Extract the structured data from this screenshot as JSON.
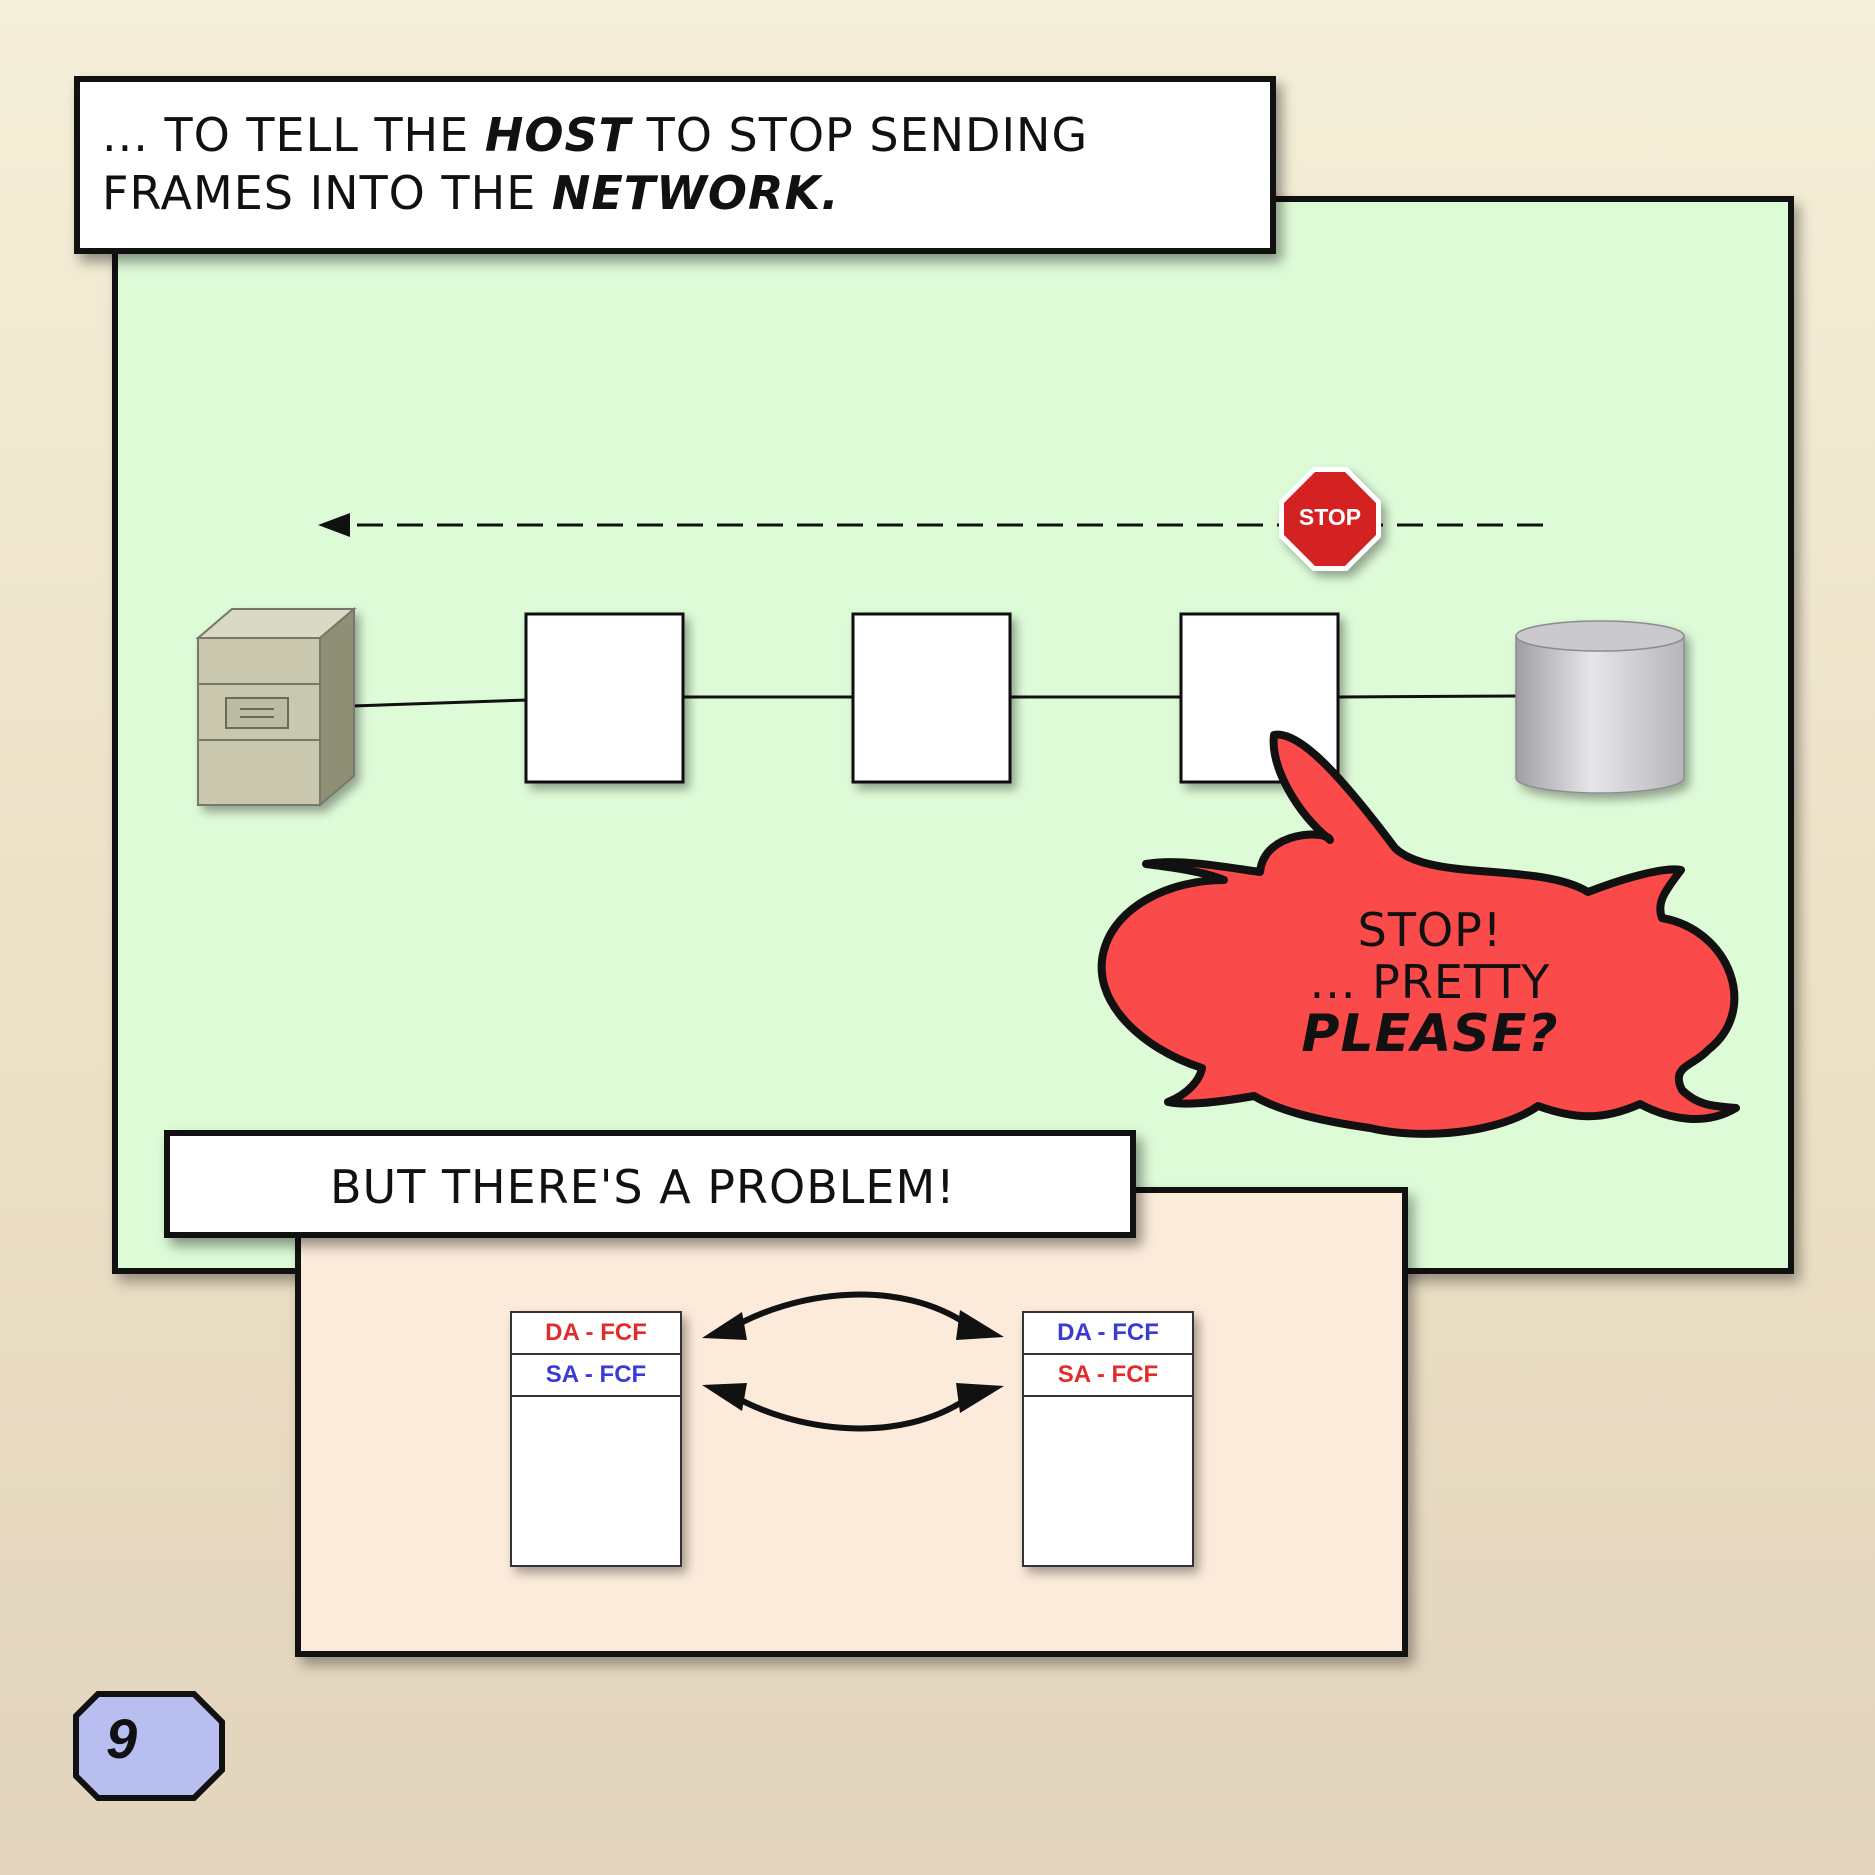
{
  "caption_top": {
    "line1_prefix": "... to tell the",
    "line1_emph": "host",
    "line1_suffix": "to stop sending",
    "line2_prefix": "frames into the",
    "line2_emph": "network."
  },
  "stop_sign": {
    "label": "STOP",
    "color": "#d42020"
  },
  "bubble": {
    "line1": "Stop!",
    "line2": "... pretty",
    "line3": "please?",
    "color": "#fa4a4a"
  },
  "caption_mid": {
    "text": "But there's a problem!"
  },
  "frames": [
    {
      "rows": [
        {
          "text": "DA - FCF",
          "color": "red"
        },
        {
          "text": "SA - FCF",
          "color": "blue"
        }
      ]
    },
    {
      "rows": [
        {
          "text": "DA - FCF",
          "color": "blue"
        },
        {
          "text": "SA - FCF",
          "color": "red"
        }
      ]
    }
  ],
  "page_number": "9",
  "colors": {
    "panel_top": "#defbd8",
    "panel_bottom": "#fcebdb",
    "page_badge": "#b9bef0"
  }
}
